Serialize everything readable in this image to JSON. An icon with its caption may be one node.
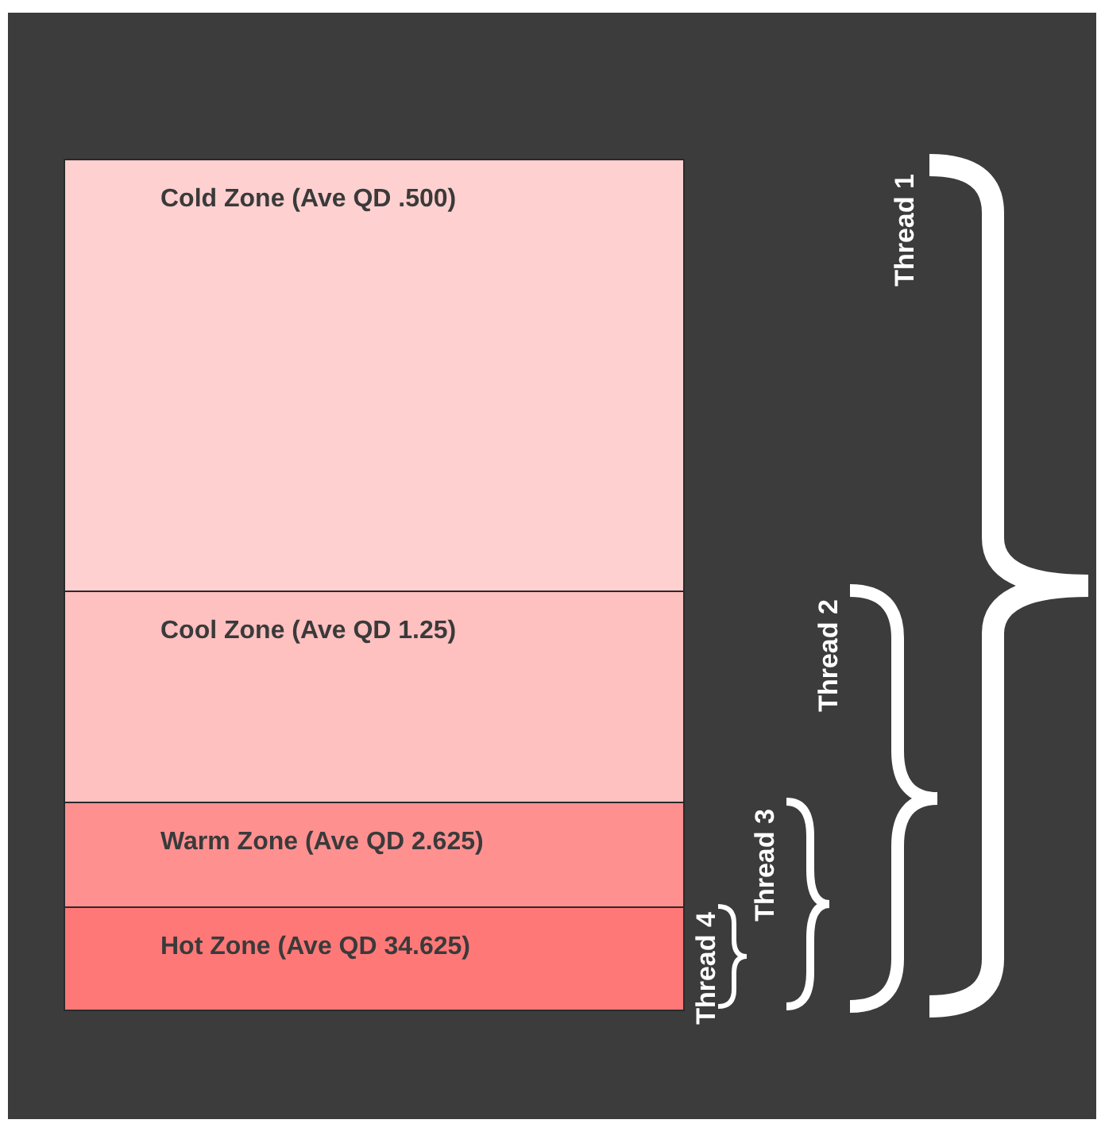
{
  "diagram": {
    "nodes": [
      {
        "text": [
          "Cold Zone (Ave QD .500)"
        ]
      },
      {
        "text": [
          "Cool Zone (Ave QD 1.25)"
        ]
      },
      {
        "text": [
          "Warm Zone (Ave QD 2.625)"
        ]
      },
      {
        "text": [
          "Hot Zone (Ave QD 34.625)"
        ]
      }
    ],
    "labels": [
      "Thread 1",
      "Thread 2",
      "Thread 3",
      "Thread 4"
    ]
  }
}
